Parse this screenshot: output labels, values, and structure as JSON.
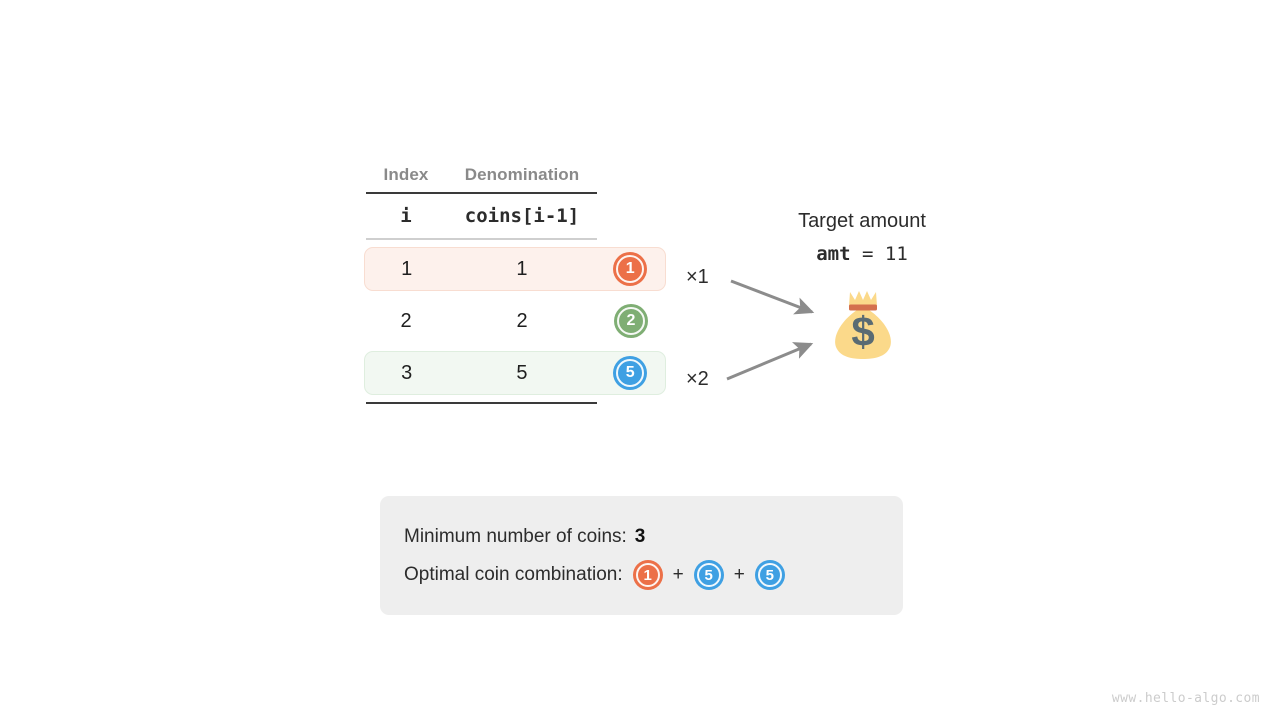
{
  "table": {
    "headers": {
      "index": "Index",
      "denomination": "Denomination"
    },
    "subheaders": {
      "index": "i",
      "denomination": "coins[i-1]"
    },
    "rows": [
      {
        "index": "1",
        "denomination": "1",
        "coin_label": "1",
        "coin_color": "#ec7048",
        "multiplier": "×1",
        "highlight": "orange"
      },
      {
        "index": "2",
        "denomination": "2",
        "coin_label": "2",
        "coin_color": "#7fae74",
        "multiplier": "",
        "highlight": "none"
      },
      {
        "index": "3",
        "denomination": "5",
        "coin_label": "5",
        "coin_color": "#3fa0e3",
        "multiplier": "×2",
        "highlight": "green"
      }
    ]
  },
  "target": {
    "caption": "Target amount",
    "var_name": "amt",
    "equals": "=",
    "value": "11"
  },
  "bag": {
    "icon": "money-bag-icon"
  },
  "summary": {
    "min_coins_label": "Minimum number of coins:",
    "min_coins_value": "3",
    "combination_label": "Optimal coin combination:",
    "combination": [
      {
        "label": "1",
        "color": "#ec7048"
      },
      {
        "op": "+"
      },
      {
        "label": "5",
        "color": "#3fa0e3"
      },
      {
        "op": "+"
      },
      {
        "label": "5",
        "color": "#3fa0e3"
      }
    ]
  },
  "watermark": "www.hello-algo.com",
  "colors": {
    "orange": "#ec7048",
    "green": "#7fae74",
    "blue": "#3fa0e3",
    "arrow_gray": "#8c8c8c",
    "panel_gray": "#eeeeee",
    "header_gray": "#8a8a8a"
  }
}
